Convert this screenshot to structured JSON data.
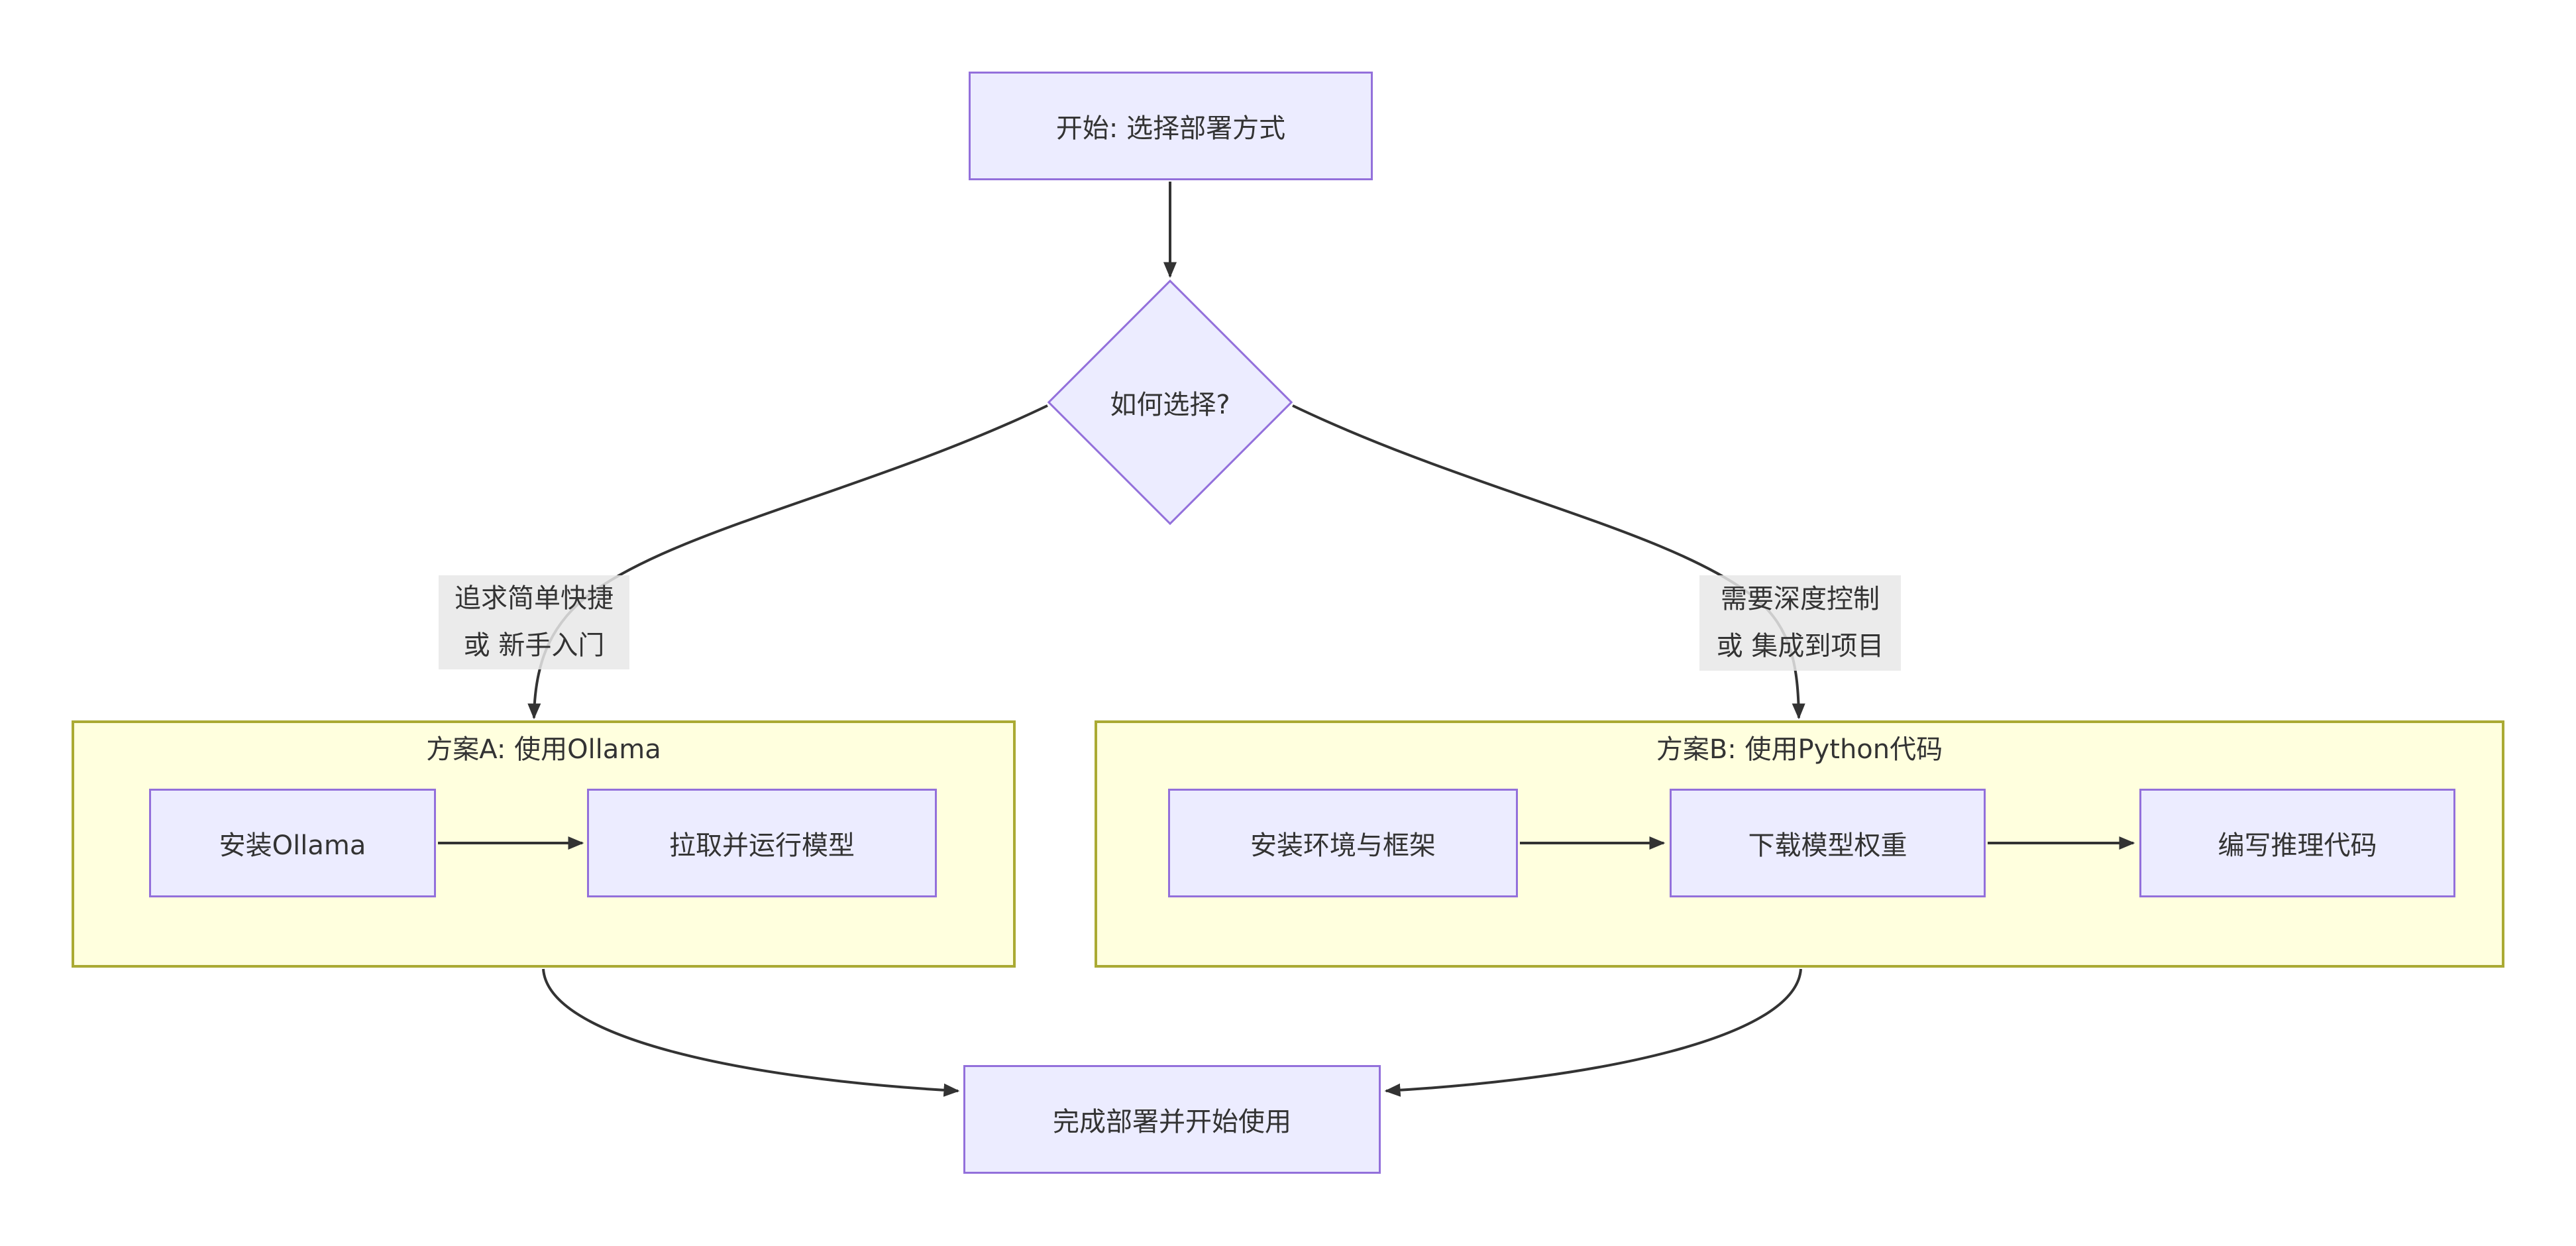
{
  "flowchart": {
    "start": "开始: 选择部署方式",
    "decision": "如何选择?",
    "branch_left": {
      "line1": "追求简单快捷",
      "line2": "或 新手入门"
    },
    "branch_right": {
      "line1": "需要深度控制",
      "line2": "或 集成到项目"
    },
    "plan_a": {
      "title": "方案A: 使用Ollama",
      "step1": "安装Ollama",
      "step2": "拉取并运行模型"
    },
    "plan_b": {
      "title": "方案B: 使用Python代码",
      "step1": "安装环境与框架",
      "step2": "下载模型权重",
      "step3": "编写推理代码"
    },
    "end": "完成部署并开始使用"
  },
  "colors": {
    "node_fill": "#ECECFF",
    "node_border": "#9370DB",
    "cluster_fill": "#FFFFDE",
    "cluster_border": "#AAAA33",
    "edge_color": "#333333",
    "edge_label_bg": "#E8E8E8",
    "text_color": "#333333"
  }
}
